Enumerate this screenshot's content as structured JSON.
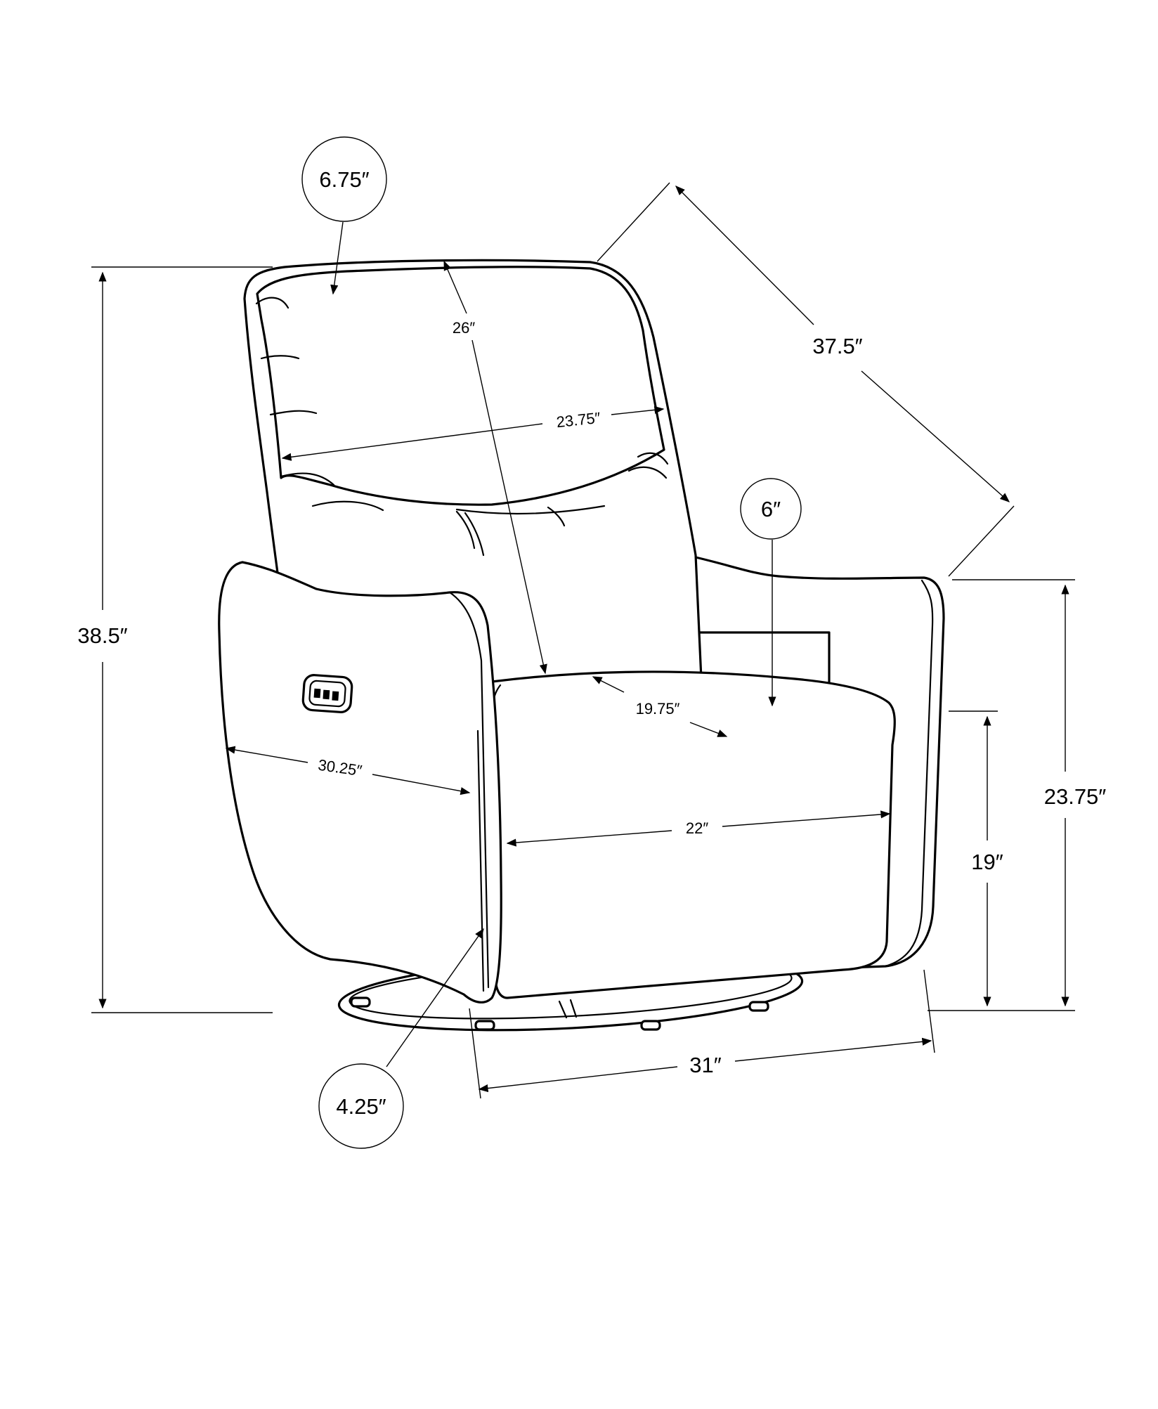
{
  "dimensions": {
    "overall_height": "38.5″",
    "overall_depth": "37.5″",
    "backrest_height": "26″",
    "backrest_width": "23.75″",
    "arm_depth": "30.25″",
    "seat_width": "22″",
    "seat_depth": "19.75″",
    "overall_width": "31″",
    "arm_height": "23.75″",
    "seat_height": "19″"
  },
  "callouts": {
    "headrest_thickness": "6.75″",
    "seat_cushion_thickness": "6″",
    "base_clearance": "4.25″"
  }
}
